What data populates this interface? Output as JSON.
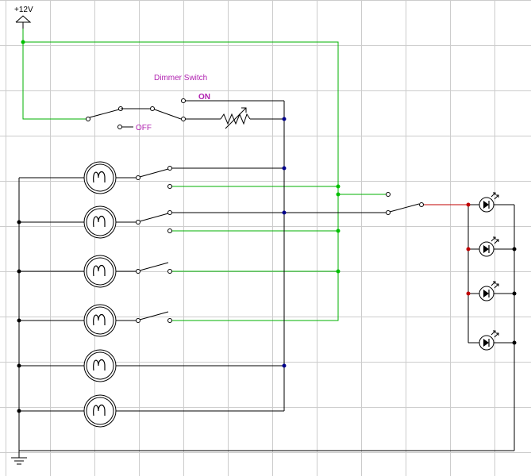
{
  "labels": {
    "supply": "+12V",
    "dimmer_title": "Dimmer Switch",
    "on": "ON",
    "off": "OFF"
  },
  "colors": {
    "background": "#ffffff",
    "grid": "#cccccc",
    "wire": "#000000",
    "green_wire": "#00b000",
    "node_blue": "#00008b",
    "node_green": "#00c000",
    "node_red": "#c00000",
    "label_magenta": "#b020b0"
  },
  "components": {
    "lamp_count": 6,
    "led_count": 4
  }
}
